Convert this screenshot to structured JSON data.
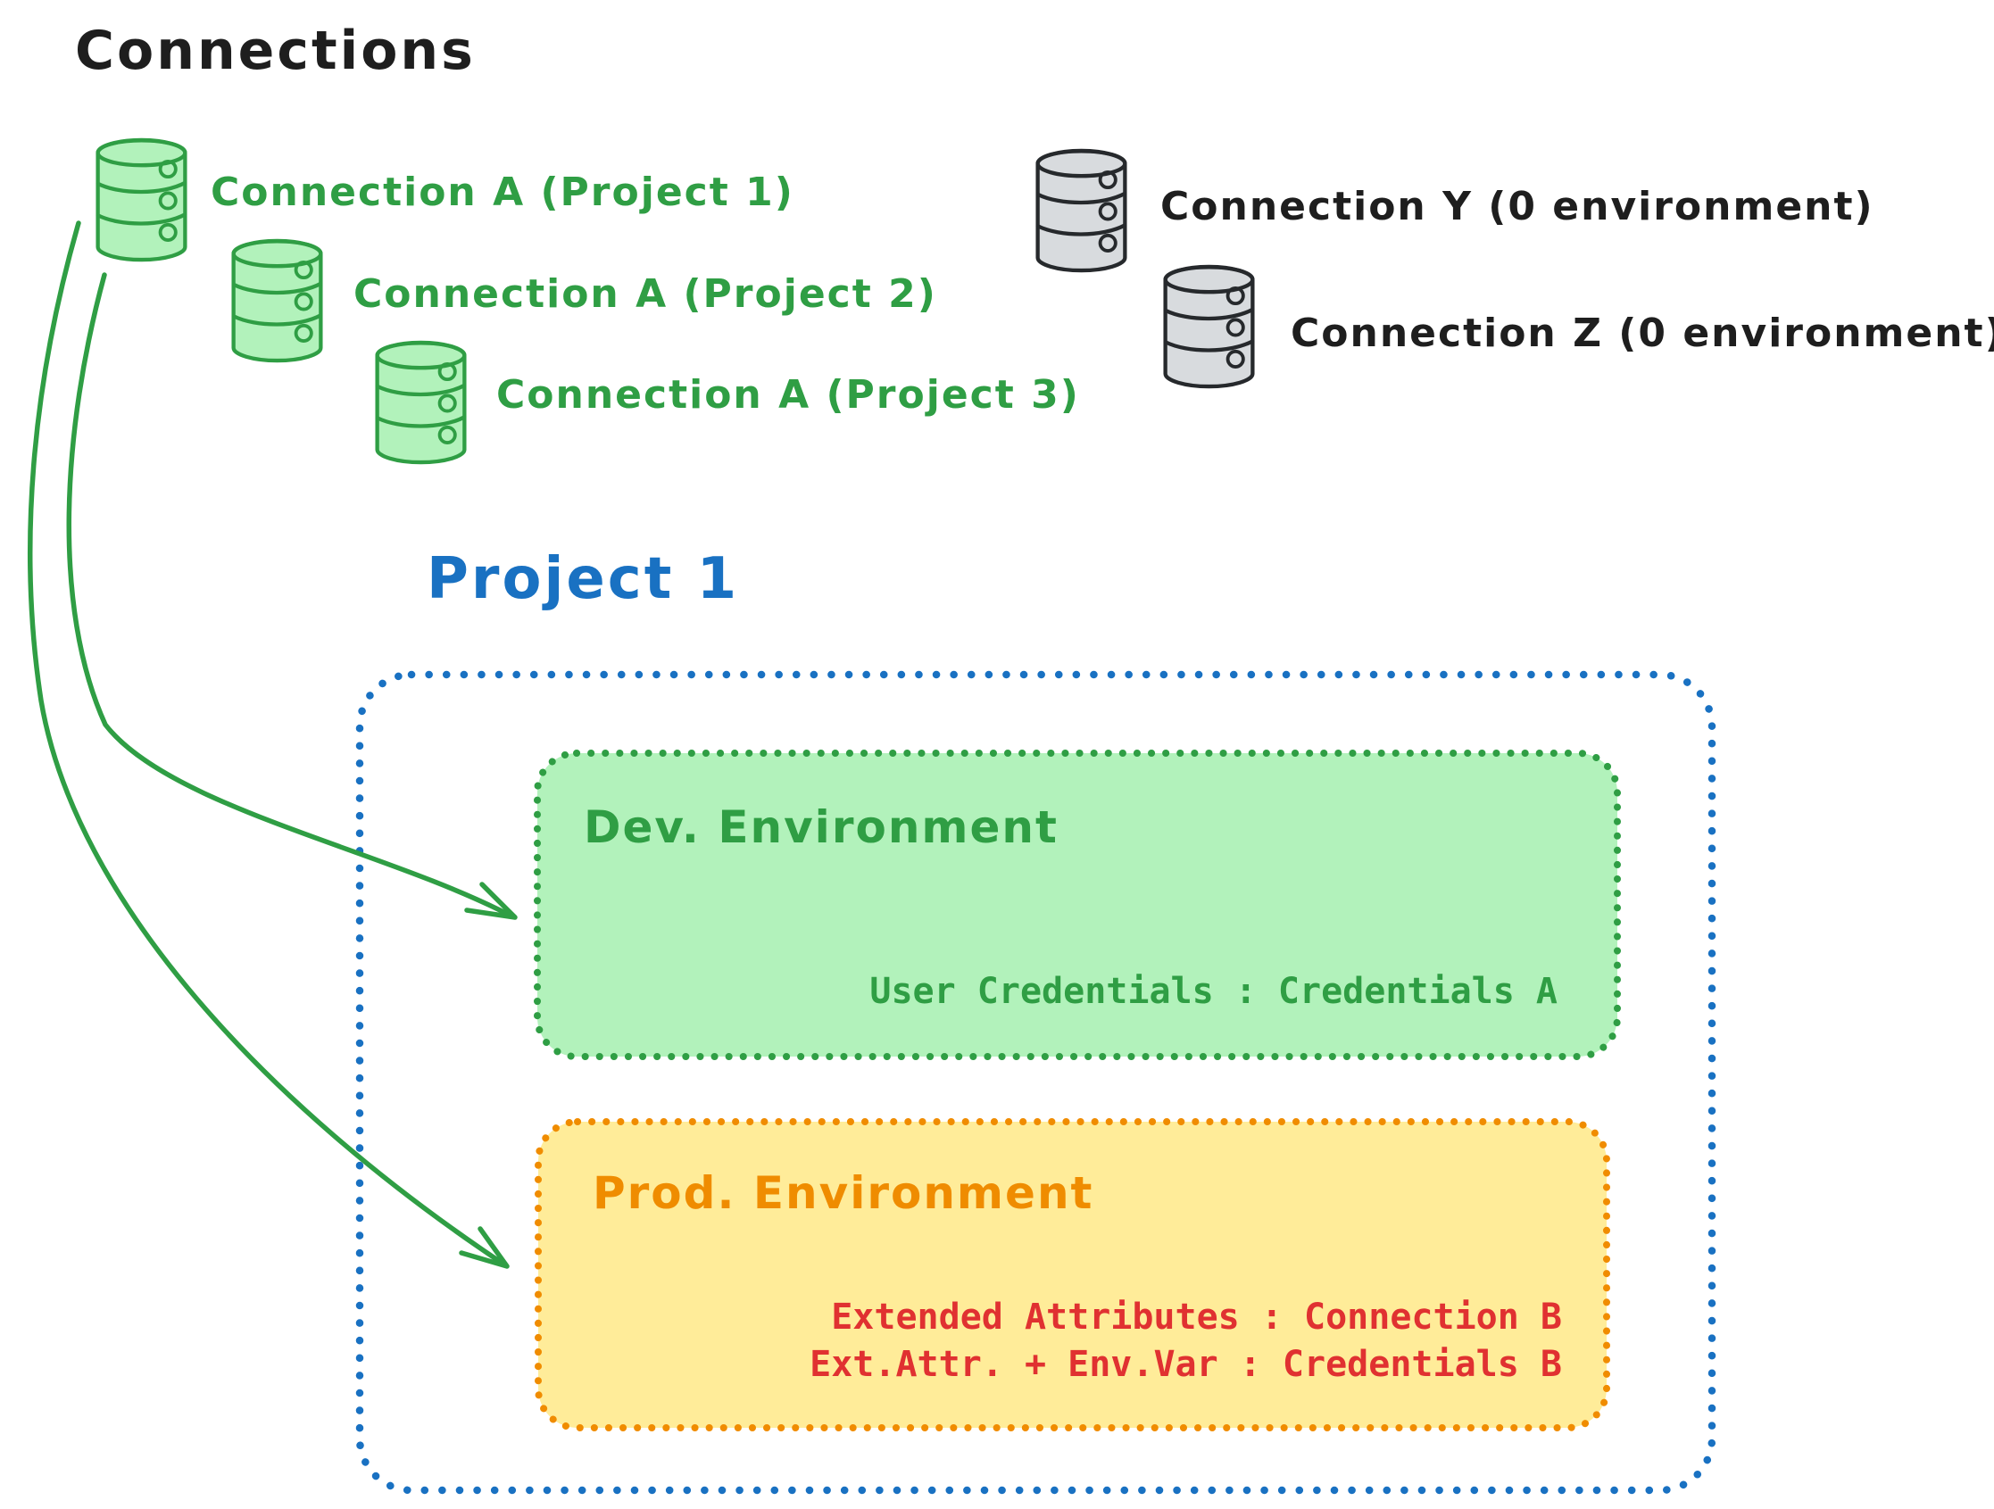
{
  "diagram_title": "Connections",
  "palette": {
    "ink": "#1e1e1e",
    "green_stroke": "#2f9e44",
    "green_fill": "#b2f2bb",
    "gray_stroke": "#26292c",
    "gray_fill": "#d8dbde",
    "blue": "#1971c2",
    "orange_stroke": "#f08c00",
    "orange_fill": "#ffec99",
    "red": "#e03131"
  },
  "icons": {
    "green_database": "database-cylinder-icon",
    "gray_database": "database-cylinder-icon"
  },
  "green_connections": [
    {
      "label": "Connection A (Project 1)"
    },
    {
      "label": "Connection A (Project 2)"
    },
    {
      "label": "Connection A (Project 3)"
    }
  ],
  "standalone_connections": [
    {
      "label": "Connection Y (0 environment)"
    },
    {
      "label": "Connection Z (0 environment)"
    }
  ],
  "project": {
    "title": "Project 1",
    "environments": [
      {
        "name": "Dev. Environment",
        "credentials": [
          "User Credentials : Credentials A"
        ]
      },
      {
        "name": "Prod. Environment",
        "credentials": [
          "Extended Attributes : Connection B",
          "Ext.Attr. + Env.Var : Credentials B"
        ]
      }
    ]
  }
}
